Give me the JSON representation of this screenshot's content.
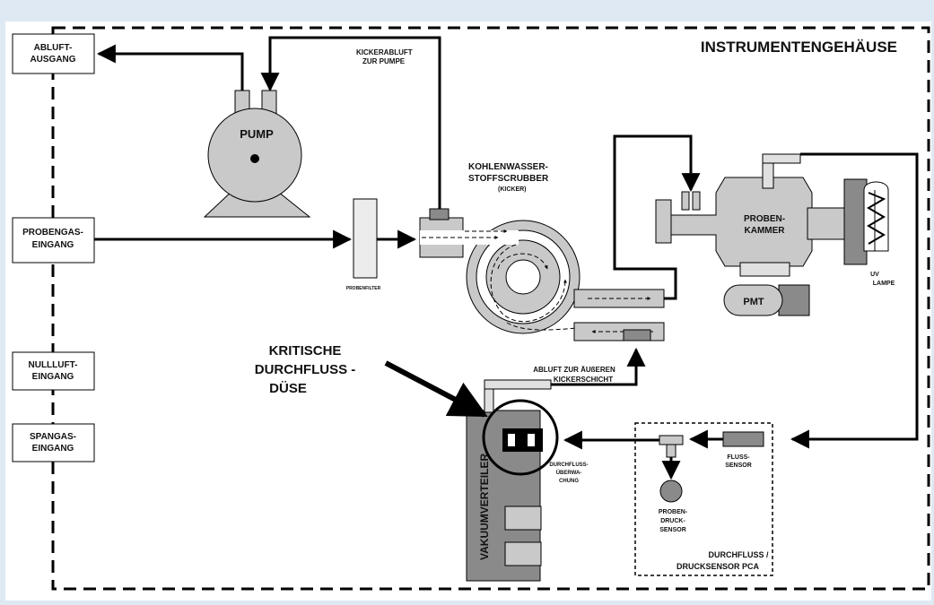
{
  "enclosure": {
    "title": "INSTRUMENTENGEHÄUSE"
  },
  "ports": {
    "exhaust": [
      "ABLUFT-",
      "AUSGANG"
    ],
    "sample_inlet": [
      "PROBENGAS-",
      "EINGANG"
    ],
    "zero_air_inlet": [
      "NULLLUFT-",
      "EINGANG"
    ],
    "span_gas_inlet": [
      "SPANGAS-",
      "EINGANG"
    ]
  },
  "components": {
    "pump": "PUMP",
    "kicker_exhaust": [
      "KICKERABLUFT",
      "ZUR PUMPE"
    ],
    "scrubber": [
      "KOHLENWASSER-",
      "STOFFSCRUBBER",
      "(KICKER)"
    ],
    "sample_filter": "PROBENFILTER",
    "sample_chamber": [
      "PROBEN-",
      "KAMMER"
    ],
    "pmt": "PMT",
    "uv_lamp": [
      "UV",
      "LAMPE"
    ],
    "critical_orifice": [
      "KRITISCHE",
      "DURCHFLUSS -",
      "DÜSE"
    ],
    "outer_kicker_exhaust": [
      "ABLUFT ZUR ÄUßEREN",
      "KICKERSCHICHT"
    ],
    "vacuum_manifold": "VAKUUMVERTEILER",
    "flow_monitor": [
      "DURCHFLUSS-",
      "ÜBERWA-",
      "CHUNG"
    ],
    "sample_pressure_sensor": [
      "PROBEN-",
      "DRUCK-",
      "SENSOR"
    ],
    "flow_sensor": [
      "FLUSS-",
      "SENSOR"
    ],
    "pressure_pca": [
      "DURCHFLUSS /",
      "DRUCKSENSOR PCA"
    ]
  },
  "colors": {
    "fill_gray": "#c9c9c9",
    "fill_dark": "#8a8a8a",
    "fill_light": "#e0e0e0",
    "line": "#000000",
    "background": "#ffffff"
  }
}
